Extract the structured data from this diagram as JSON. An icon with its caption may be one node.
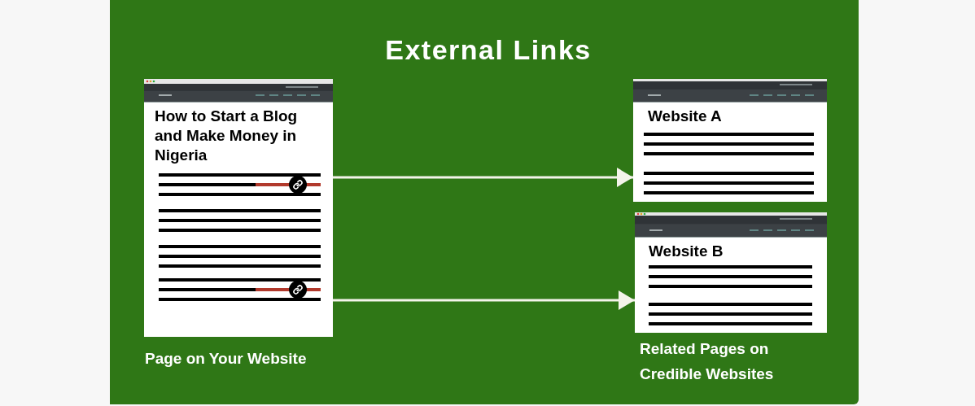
{
  "diagram": {
    "title": "External Links",
    "nodes": [
      {
        "text": [
          "How to Start a Blog and Make Money in Nigeria"
        ],
        "beside": [
          "Page on Your Website"
        ]
      },
      {
        "text": [
          "Website A"
        ]
      },
      {
        "text": [
          "Website B"
        ]
      }
    ],
    "edges": [
      {
        "from": 0,
        "to": 1,
        "arrow": "to"
      },
      {
        "from": 0,
        "to": 2,
        "arrow": "to"
      }
    ],
    "labels": [
      "Related Pages on Credible Websites"
    ]
  }
}
